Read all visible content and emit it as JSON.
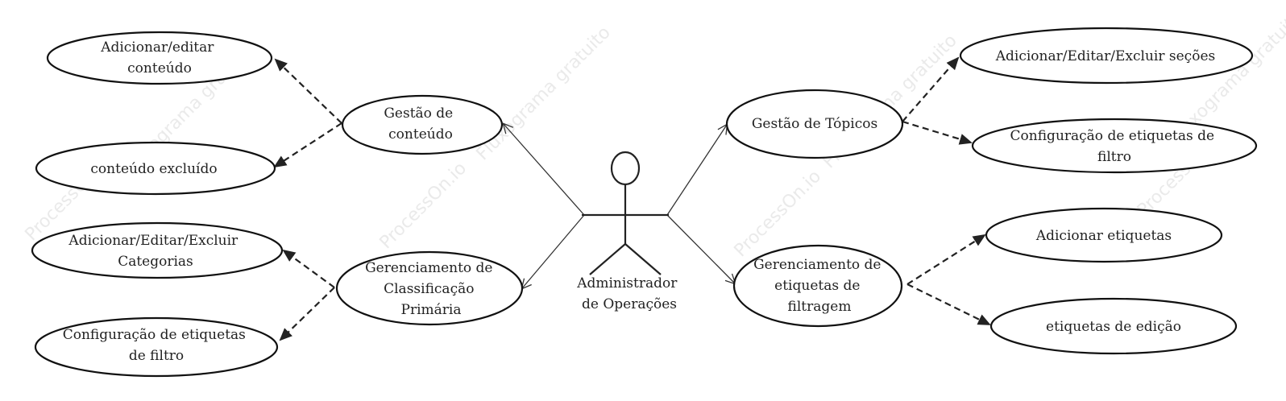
{
  "actor": {
    "name": [
      "Administrador",
      "de Operações"
    ]
  },
  "use_cases": {
    "gestao_conteudo": [
      "Gestão de",
      "conteúdo"
    ],
    "adicionar_editar_conteudo": [
      "Adicionar/editar",
      "conteúdo"
    ],
    "conteudo_excluido": [
      "conteúdo excluído"
    ],
    "gerenciamento_classificacao": [
      "Gerenciamento de",
      "Classificação",
      "Primária"
    ],
    "adicionar_editar_excluir_categorias": [
      "Adicionar/Editar/Excluir",
      "Categorias"
    ],
    "config_etiquetas_filtro_left": [
      "Configuração de etiquetas",
      "de filtro"
    ],
    "gestao_topicos": [
      "Gestão de Tópicos"
    ],
    "adicionar_editar_excluir_secoes": [
      "Adicionar/Editar/Excluir seções"
    ],
    "config_etiquetas_filtro_right": [
      "Configuração de etiquetas de",
      "filtro"
    ],
    "gerenciamento_etiquetas_filtragem": [
      "Gerenciamento de",
      "etiquetas de",
      "filtragem"
    ],
    "adicionar_etiquetas": [
      "Adicionar etiquetas"
    ],
    "etiquetas_edicao": [
      "etiquetas de edição"
    ]
  },
  "watermark": [
    "ProcessOn.io",
    "Fluxograma gratuito"
  ],
  "colors": {
    "stroke": "#111111",
    "text": "#222222",
    "background": "#ffffff",
    "watermark": "#d9d9d9"
  }
}
